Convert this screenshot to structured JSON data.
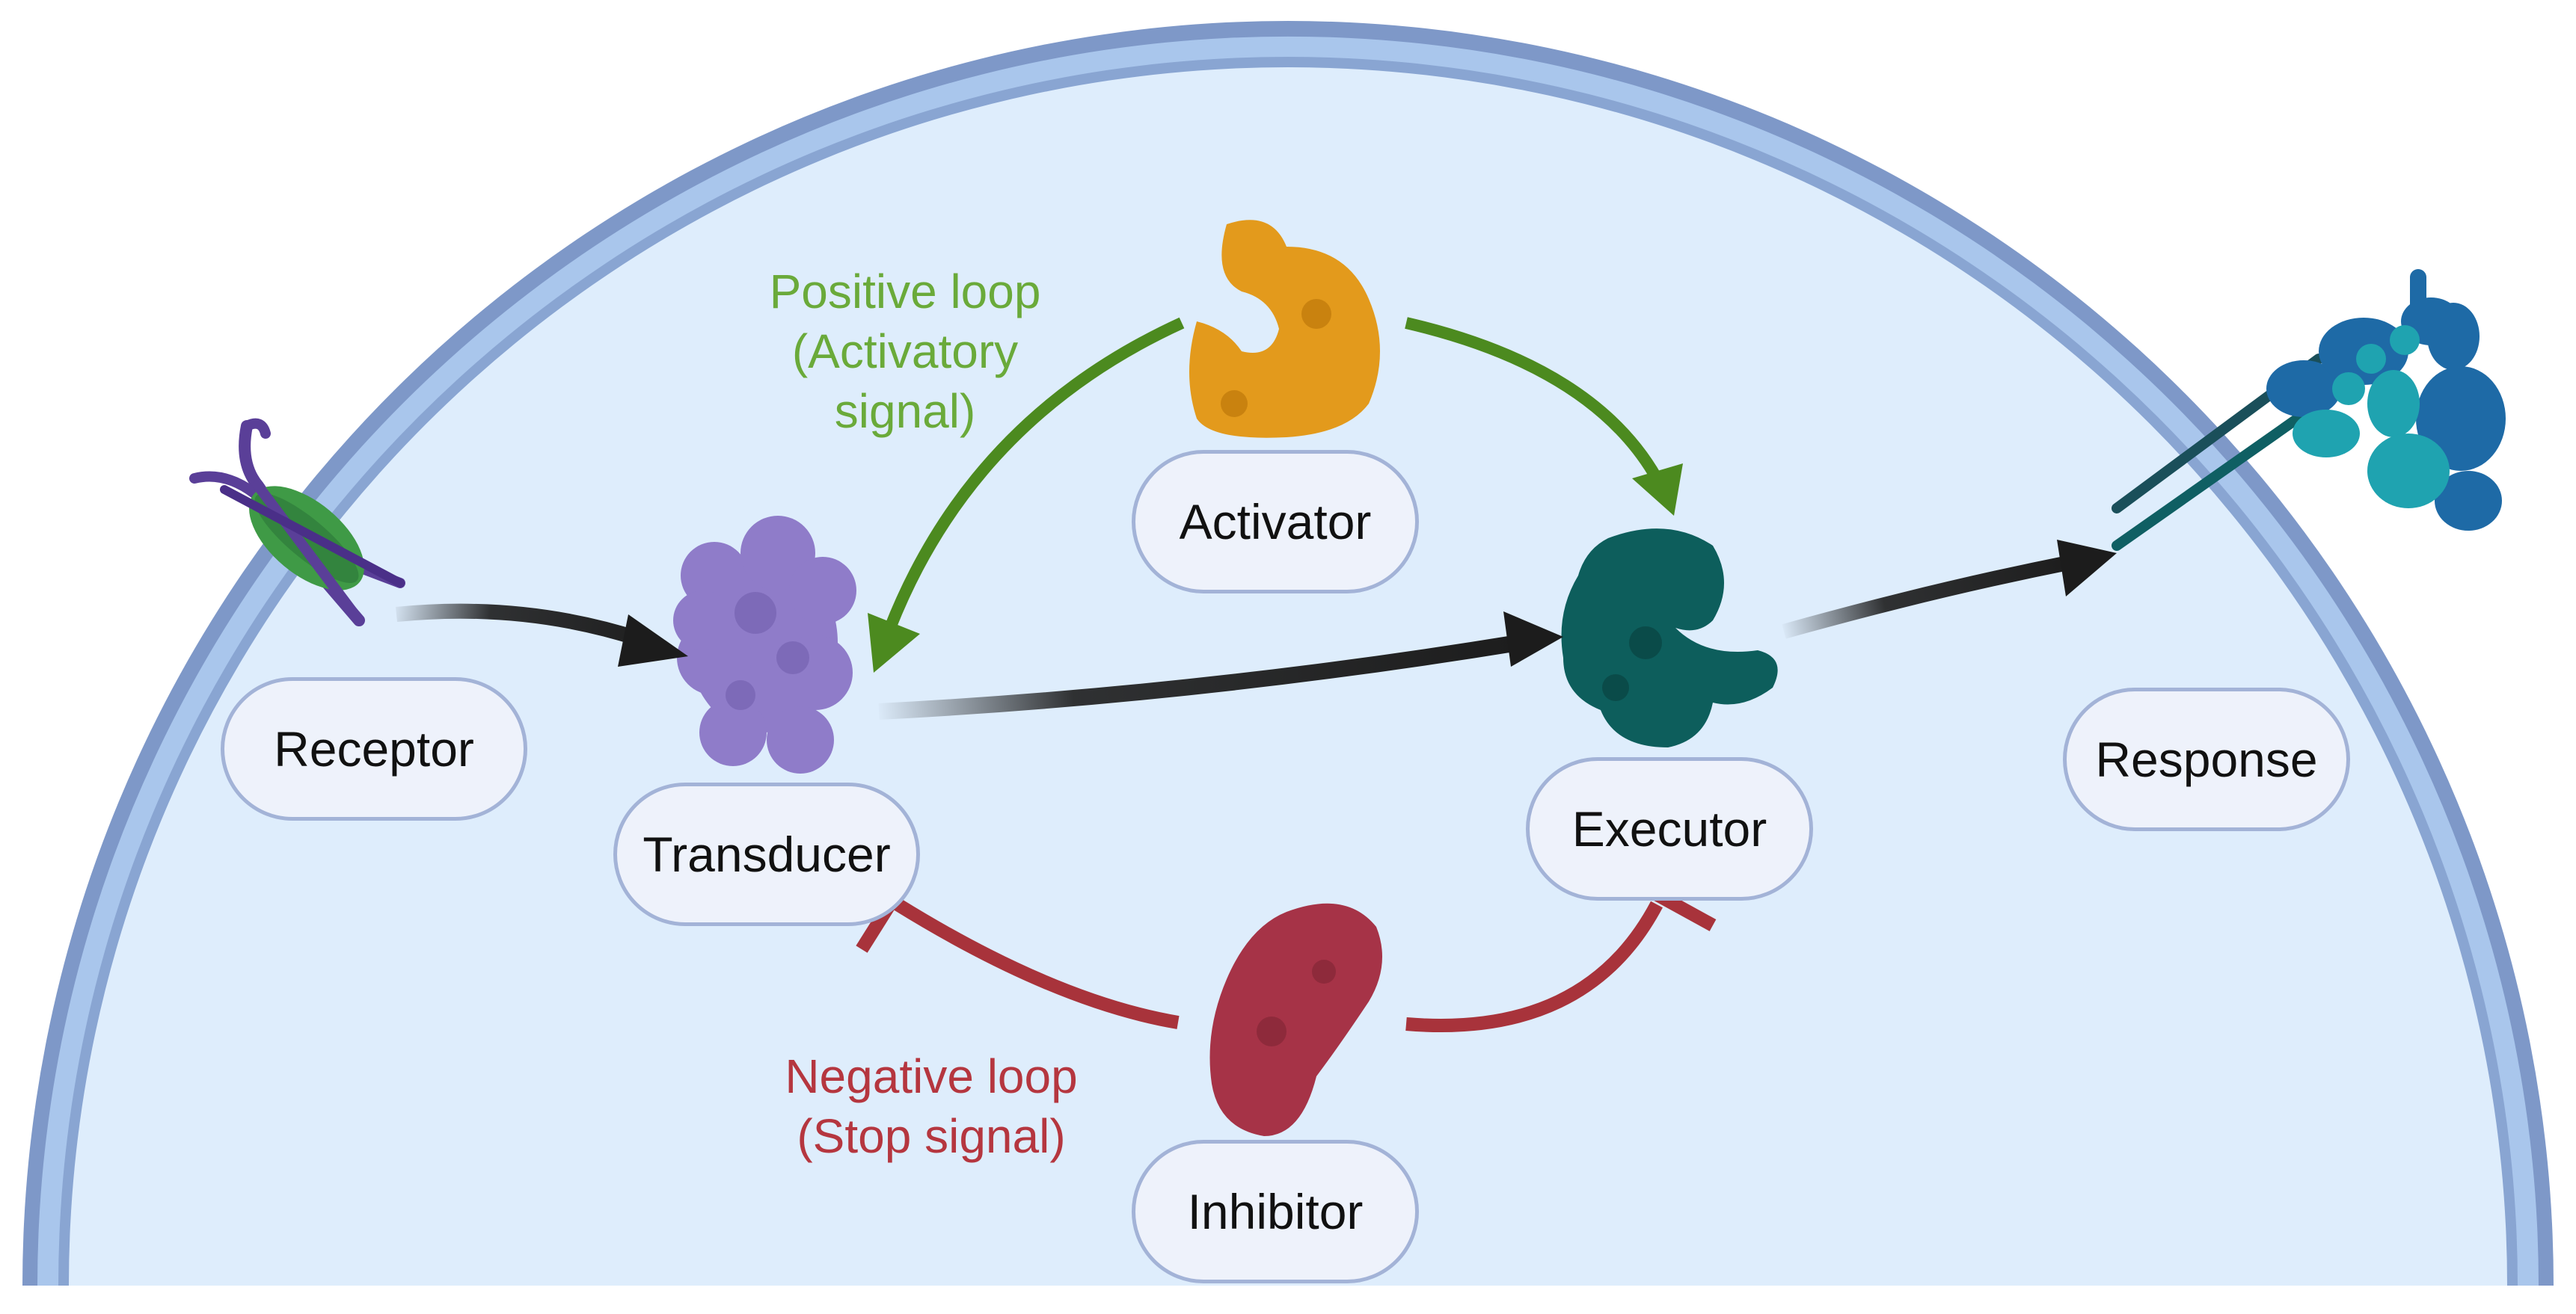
{
  "nodes": {
    "receptor": {
      "label": "Receptor"
    },
    "transducer": {
      "label": "Transducer"
    },
    "activator": {
      "label": "Activator"
    },
    "executor": {
      "label": "Executor"
    },
    "response": {
      "label": "Response"
    },
    "inhibitor": {
      "label": "Inhibitor"
    }
  },
  "loops": {
    "positive": {
      "line1": "Positive loop",
      "line2": "(Activatory",
      "line3": "signal)",
      "color": "#6aaa3a"
    },
    "negative": {
      "line1": "Negative loop",
      "line2": "(Stop signal)",
      "color": "#b5363f"
    }
  },
  "colors": {
    "cell_fill": "#deedfc",
    "membrane_outer": "#7e98c8",
    "membrane_inner": "#a9c6ec",
    "receptor": "#5a3f98",
    "transducer": "#8f7cc9",
    "activator": "#e39a1c",
    "executor": "#0d5e5c",
    "inhibitor": "#a63347",
    "response_dark": "#1e6aa6",
    "response_light": "#1fa3b0",
    "activation_arrow": "#4c8a1f",
    "inhibition_arrow": "#a8333b",
    "signal_arrow": "#1c1c1c"
  }
}
